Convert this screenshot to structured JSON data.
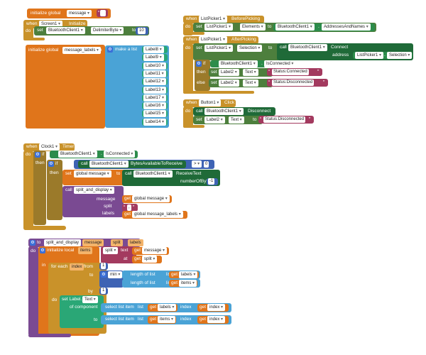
{
  "block1": {
    "initialize_global": "initialize global",
    "var_name": "message",
    "to": "to",
    "str": " "
  },
  "block2": {
    "when": "when",
    "component": "Screen1",
    "event": "Initialize",
    "do": "do",
    "set": "set",
    "target": "BluetoothClient1",
    "prop": "DelimiterByte",
    "to": "to",
    "value": "10"
  },
  "block3": {
    "initialize_global": "initialize global",
    "var_name": "message_labels",
    "to": "to",
    "make_a_list": "make a list",
    "labels": [
      "Label8",
      "Label9",
      "Label10",
      "Label11",
      "Label12",
      "Label13",
      "Label17",
      "Label16",
      "Label15",
      "Label14"
    ]
  },
  "block4": {
    "when": "when",
    "component": "ListPicker1",
    "event": "BeforePicking",
    "do": "do",
    "set": "set",
    "target": "ListPicker1",
    "prop": "Elements",
    "to": "to",
    "value_comp": "BluetoothClient1",
    "value_prop": "AddressesAndNames"
  },
  "block5": {
    "when": "when",
    "component": "ListPicker1",
    "event": "AfterPicking",
    "do": "do",
    "set": "set",
    "target": "ListPicker1",
    "prop": "Selection",
    "to": "to",
    "call": "call",
    "call_comp": "BluetoothClient1",
    "method": "Connect",
    "address": "address",
    "addr_comp": "ListPicker1",
    "addr_prop": "Selection",
    "if": "if",
    "cond_comp": "BluetoothClient1",
    "cond_prop": "IsConnected",
    "then": "then",
    "else": "else",
    "lbl": "Label2",
    "lbl_prop": "Text",
    "connected": "Status:Connected",
    "disconnected": "Status:Disconnected"
  },
  "block6": {
    "when": "when",
    "component": "Button1",
    "event": "Click",
    "do": "do",
    "call": "call",
    "call_comp": "BluetoothClient1",
    "method": "Disconnect",
    "set": "set",
    "lbl": "Label2",
    "lbl_prop": "Text",
    "to": "to",
    "str": "Status:Disconnected"
  },
  "block7": {
    "when": "when",
    "component": "Clock1",
    "event": "Timer",
    "do": "do",
    "if": "if",
    "then": "then",
    "cond_comp": "BluetoothClient1",
    "cond_prop": "IsConnected",
    "call": "call",
    "bytes_comp": "BluetoothClient1",
    "bytes_method": "BytesAvailableToReceive",
    "compare": ">",
    "zero": "0",
    "set": "set",
    "global_message": "global message",
    "to": "to",
    "rt_comp": "BluetoothClient1",
    "rt_method": "ReceiveText",
    "number_of_bytes": "numberOfBytes",
    "neg1": "-1",
    "proc": "split_and_display",
    "message": "message",
    "get": "get",
    "split": "split",
    "labels": "labels",
    "get_message": "global message",
    "split_str": ",",
    "get_labels": "global message_labels"
  },
  "block8": {
    "to": "to",
    "proc": "split_and_display",
    "params": [
      "message",
      "split",
      "labels"
    ],
    "do": "do",
    "initialize_local": "initialize local",
    "items": "items",
    "in": "in",
    "split_fn": "split",
    "text": "text",
    "at": "at",
    "get": "get",
    "message": "message",
    "split": "split",
    "for_each": "for each",
    "index": "index",
    "from": "from",
    "one": "1",
    "to_kw": "to",
    "min": "min",
    "length_of_list": "length of list",
    "list": "list",
    "labels": "labels",
    "items2": "items",
    "by": "by",
    "set_label": "set Label.",
    "text_prop": "Text",
    "of_component": "of component",
    "select_list_item": "select list item",
    "index_kw": "index"
  }
}
